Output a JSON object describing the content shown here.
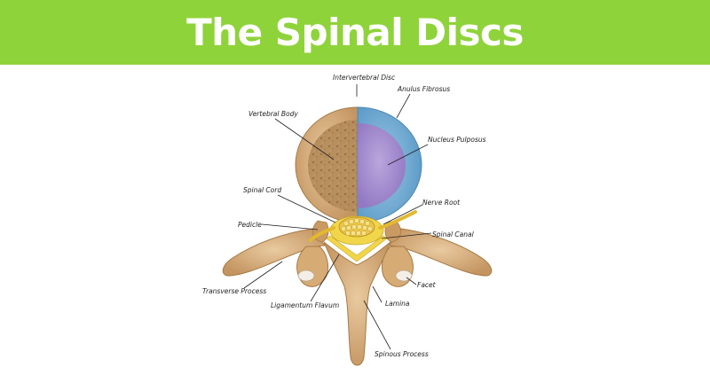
{
  "banner": {
    "title": "The Spinal Discs",
    "color": "#8fd33a"
  },
  "diagram": {
    "labels": {
      "intervertebral_disc": "Intervertebral Disc",
      "anulus_fibrosus": "Anulus Fibrosus",
      "vertebral_body": "Vertebral Body",
      "nucleus_pulposus": "Nucleus Pulposus",
      "spinal_cord": "Spinal Cord",
      "nerve_root": "Nerve Root",
      "pedicle": "Pedicle",
      "spinal_canal": "Spinal Canal",
      "facet": "Facet",
      "transverse_process": "Transverse Process",
      "lamina": "Lamina",
      "ligamentum_flavum": "Ligamentum Flavum",
      "spinous_process": "Spinous Process"
    },
    "colors": {
      "bone": "#d9b27c",
      "bone_dark": "#b98a52",
      "anulus": "#6aa6cf",
      "nucleus": "#a98fcf",
      "nerve": "#e7c23a",
      "ligament": "#f2d64a"
    }
  }
}
